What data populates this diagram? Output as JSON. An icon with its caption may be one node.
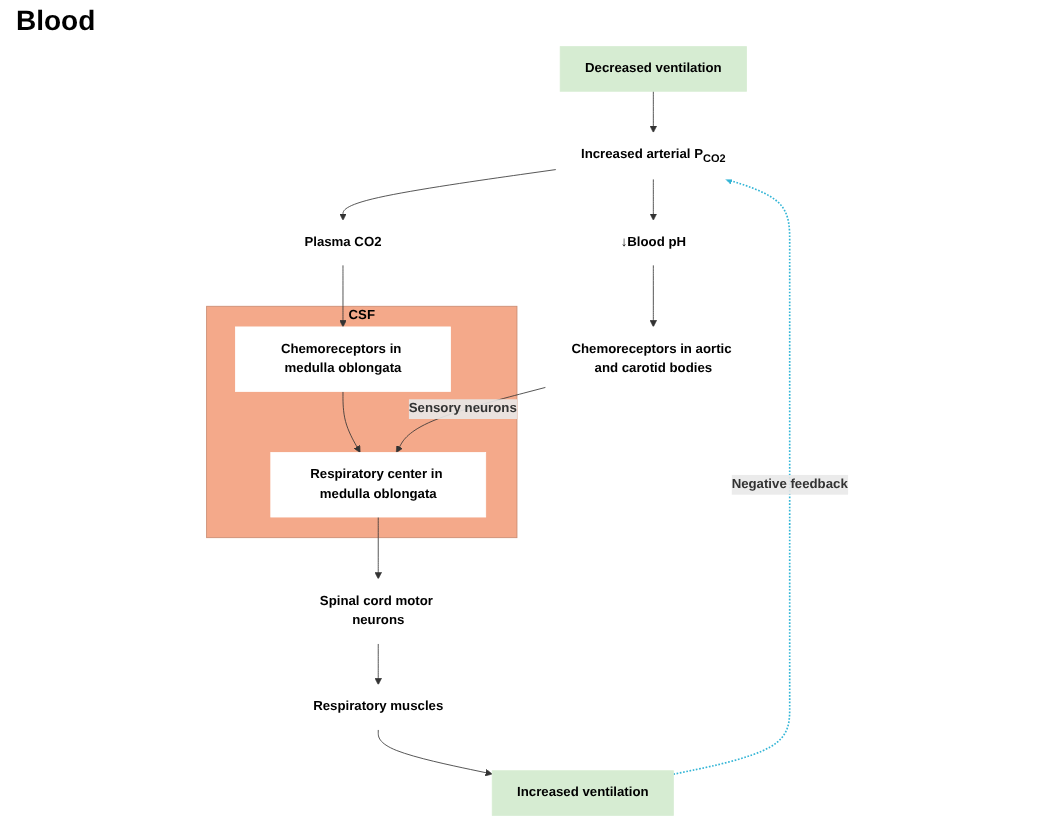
{
  "diagram": {
    "nodes": [
      {
        "text": [
          "Decreased ventilation"
        ]
      },
      {
        "text": [
          "Increased arterial P$_{CO2}$"
        ]
      },
      {
        "text": [
          "Plasma CO2"
        ]
      },
      {
        "text": [
          "↓Blood pH"
        ]
      },
      {
        "text": [
          "CSF"
        ]
      },
      {
        "text": [
          "Chemoreceptors in medulla oblongata"
        ],
        "in": 4
      },
      {
        "text": [
          "Respiratory center in medulla oblongata"
        ],
        "in": 4
      },
      {
        "text": [
          "Chemoreceptors in aortic and carotid bodies"
        ]
      },
      {
        "text": [
          "Spinal cord motor neurons"
        ]
      },
      {
        "text": [
          "Respiratory muscles"
        ]
      },
      {
        "text": [
          "Increased ventilation"
        ]
      }
    ],
    "edges": [
      {
        "from": 0,
        "to": 1,
        "arrow": "to"
      },
      {
        "from": 1,
        "to": 2,
        "arrow": "to"
      },
      {
        "from": 1,
        "to": 3,
        "arrow": "to"
      },
      {
        "from": 2,
        "to": 5,
        "arrow": "to"
      },
      {
        "from": 5,
        "to": 6,
        "arrow": "to"
      },
      {
        "from": 3,
        "to": 7,
        "arrow": "to"
      },
      {
        "from": 7,
        "to": 6,
        "arrow": "to",
        "label": "Sensory neurons"
      },
      {
        "from": 6,
        "to": 8,
        "arrow": "to"
      },
      {
        "from": 8,
        "to": 9,
        "arrow": "to"
      },
      {
        "from": 9,
        "to": 10,
        "arrow": "to"
      },
      {
        "from": 10,
        "to": 1,
        "arrow": "to",
        "label": "Negative feedback",
        "style": "dashed",
        "color": "#33b5d6"
      }
    ],
    "labels": [
      "Blood"
    ]
  }
}
